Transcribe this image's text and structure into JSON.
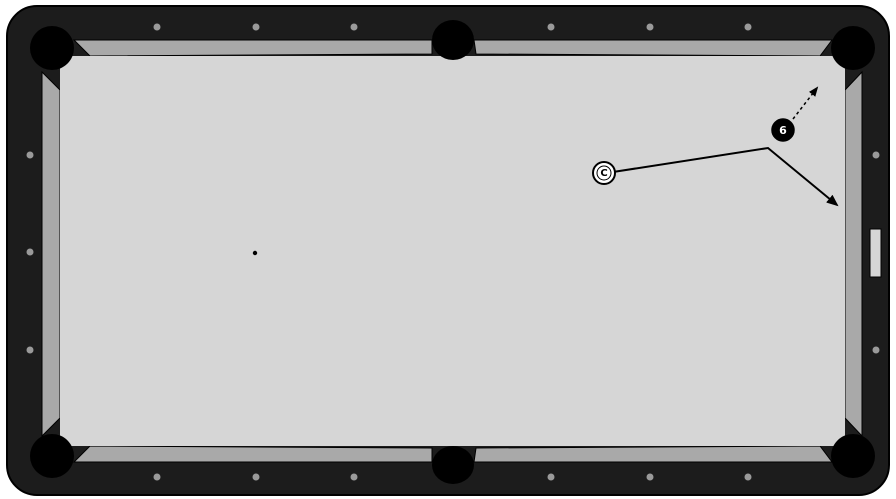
{
  "colors": {
    "rail": "#1c1c1c",
    "rail_outline": "#000000",
    "cushion": "#a9a9a9",
    "felt": "#d6d6d6",
    "pocket": "#000000",
    "diamond": "#9a9a9a",
    "cue_ball_fill": "#ffffff",
    "object_ball_fill": "#000000",
    "path_line": "#000000"
  },
  "balls": {
    "cue": {
      "label": "C",
      "icon": "cue-ball"
    },
    "object": {
      "label": "6",
      "icon": "object-ball-6"
    }
  },
  "annotations": {
    "cue_path": "solid-arrow-with-bank",
    "object_path": "dashed-arrow-to-corner-pocket"
  }
}
